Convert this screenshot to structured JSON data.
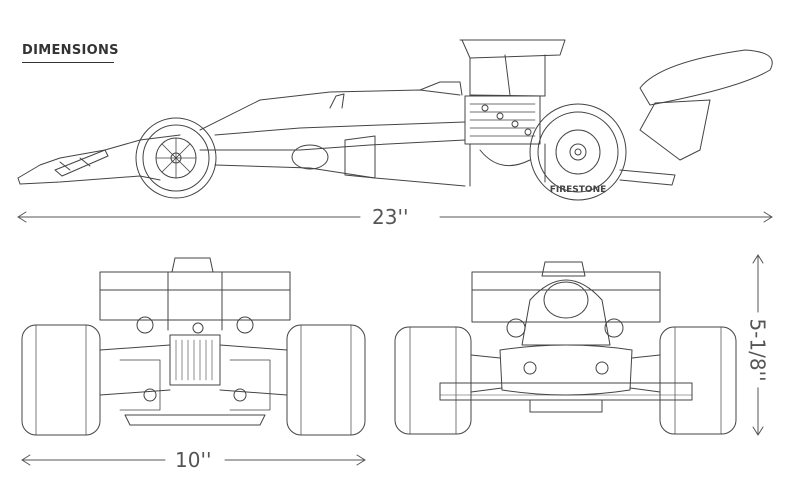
{
  "header": {
    "title": "DIMENSIONS"
  },
  "dimensions": {
    "length": "23''",
    "width": "10''",
    "height": "5-1/8''"
  },
  "tire_brand": "FIRESTONE",
  "colors": {
    "line": "#444444",
    "text": "#555555"
  }
}
